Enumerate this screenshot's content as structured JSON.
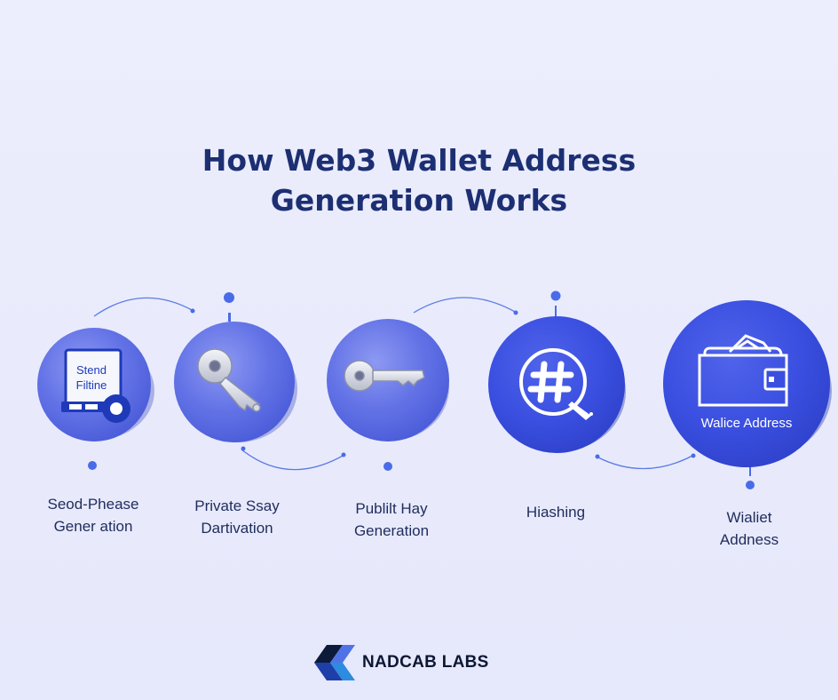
{
  "title": {
    "line1": "How Web3 Wallet Address",
    "line2": "Generation Works"
  },
  "steps": [
    {
      "icon": "seed-phrase-document-icon",
      "icon_text_1": "Stend",
      "icon_text_2": "Filtine",
      "label_1": "Seod-Phease",
      "label_2": "Gener ation"
    },
    {
      "icon": "private-key-icon",
      "label_1": "Private Ssay",
      "label_2": "Dartivation"
    },
    {
      "icon": "public-key-icon",
      "label_1": "Publilt Hay",
      "label_2": "Generation"
    },
    {
      "icon": "hash-icon",
      "label_1": "Hiashing",
      "label_2": ""
    },
    {
      "icon": "wallet-icon",
      "icon_text_1": "Walice Address",
      "label_1": "Wialiet",
      "label_2": "Addness"
    }
  ],
  "brand": {
    "name": "NADCAB LABS"
  },
  "colors": {
    "background": "#e9ebfc",
    "title": "#1d2f73",
    "node_light": "#5e6fe6",
    "node_dark": "#3a4fe0",
    "connector": "#4a6be8"
  }
}
